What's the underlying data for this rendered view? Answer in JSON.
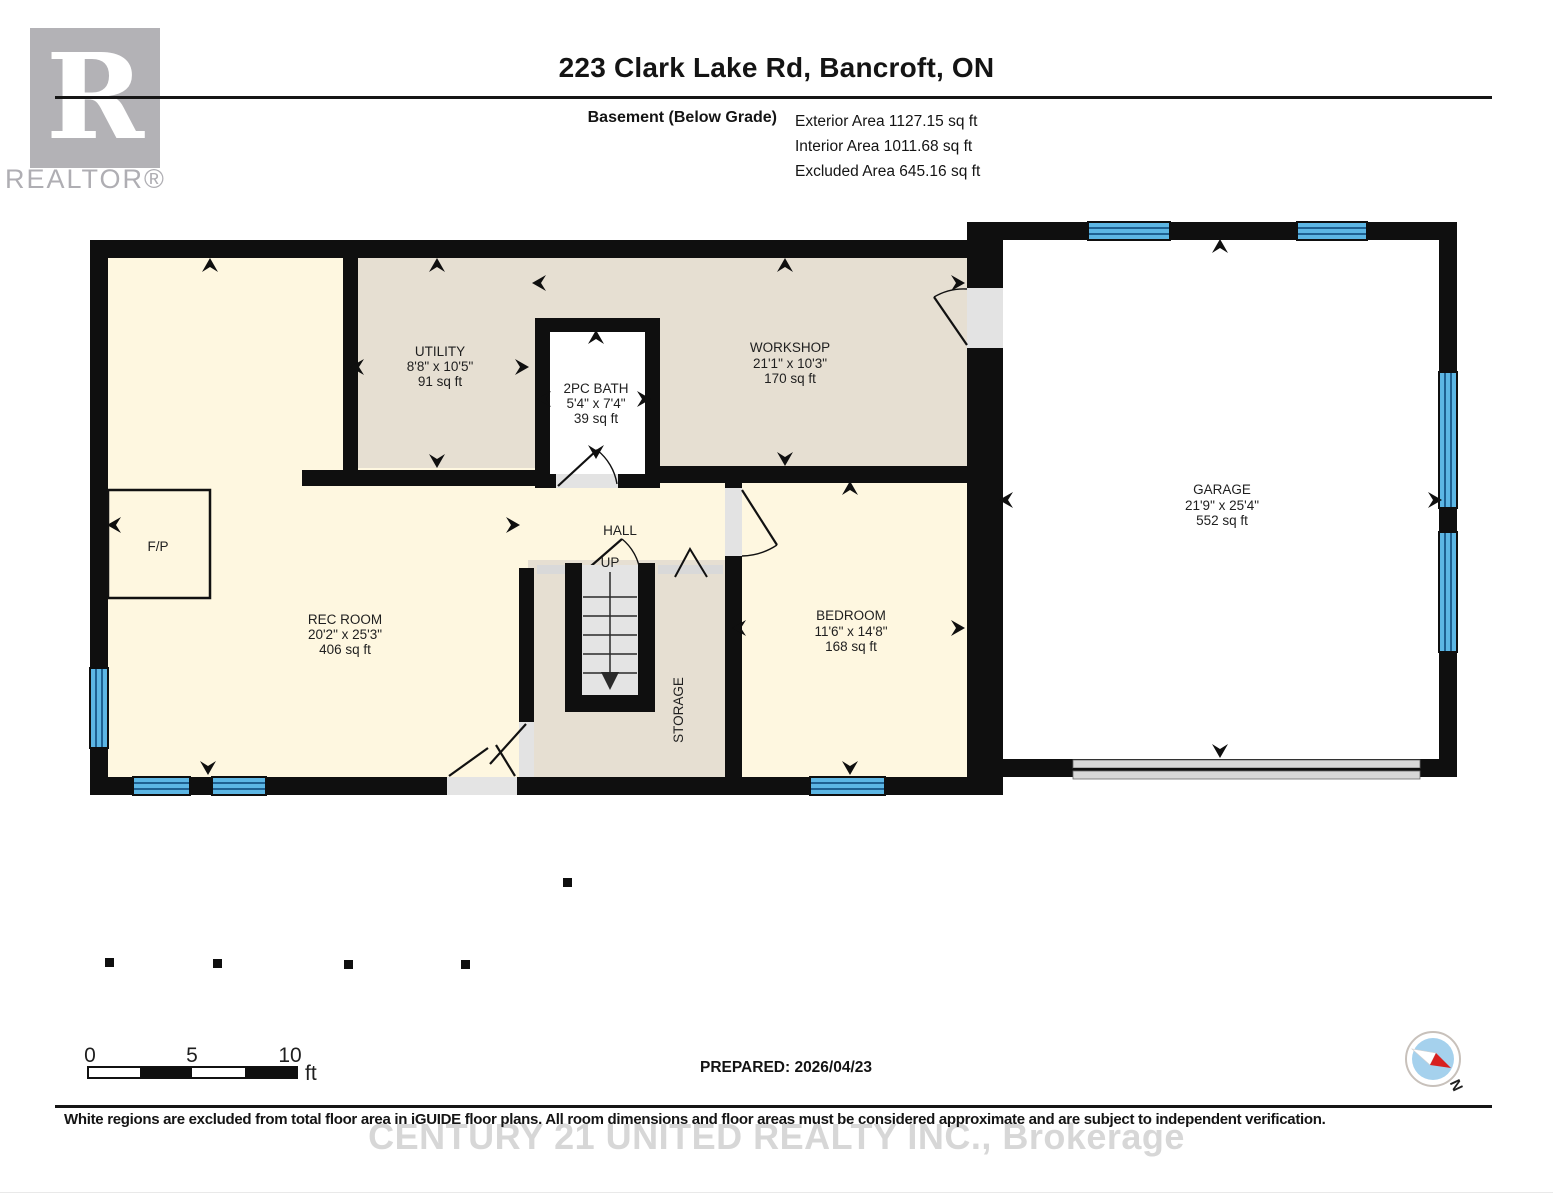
{
  "header": {
    "title": "223 Clark Lake Rd, Bancroft, ON",
    "floor_label": "Basement (Below Grade)",
    "areas": [
      "Exterior Area 1127.15 sq ft",
      "Interior Area 1011.68 sq ft",
      "Excluded Area 645.16 sq ft"
    ]
  },
  "logo": {
    "letter": "R",
    "label": "REALTOR®"
  },
  "rooms": {
    "rec_room": {
      "name": "REC ROOM",
      "dims": "20'2\" x 25'3\"",
      "area": "406 sq ft"
    },
    "utility": {
      "name": "UTILITY",
      "dims": "8'8\" x 10'5\"",
      "area": "91 sq ft"
    },
    "bath": {
      "name": "2PC BATH",
      "dims": "5'4\" x 7'4\"",
      "area": "39 sq ft"
    },
    "workshop": {
      "name": "WORKSHOP",
      "dims": "21'1\" x 10'3\"",
      "area": "170 sq ft"
    },
    "garage": {
      "name": "GARAGE",
      "dims": "21'9\" x 25'4\"",
      "area": "552 sq ft"
    },
    "bedroom": {
      "name": "BEDROOM",
      "dims": "11'6\" x 14'8\"",
      "area": "168 sq ft"
    },
    "hall": {
      "name": "HALL"
    },
    "storage": {
      "name": "STORAGE"
    },
    "fireplace": {
      "name": "F/P"
    },
    "stairs": {
      "label": "UP"
    }
  },
  "scale_bar": {
    "start": "0",
    "mid": "5",
    "end": "10",
    "unit": "ft"
  },
  "compass": {
    "north_label": "N"
  },
  "footer": {
    "prepared": "PREPARED: 2026/04/23",
    "disclaimer": "White regions are excluded from total floor area in iGUIDE floor plans. All room dimensions and floor areas must be considered approximate and are subject to independent verification.",
    "watermark": "CENTURY 21 UNITED REALTY INC., Brokerage"
  },
  "colors": {
    "floor_cream": "#FEF7E0",
    "floor_beige": "#E6DFD2",
    "wall": "#0F0F0F",
    "window_blue": "#5CB6E4",
    "window_stripe": "#1E6091",
    "door_gray": "#E3E3E3",
    "compass_blue": "#A5D1ED",
    "compass_red": "#D8201F"
  }
}
